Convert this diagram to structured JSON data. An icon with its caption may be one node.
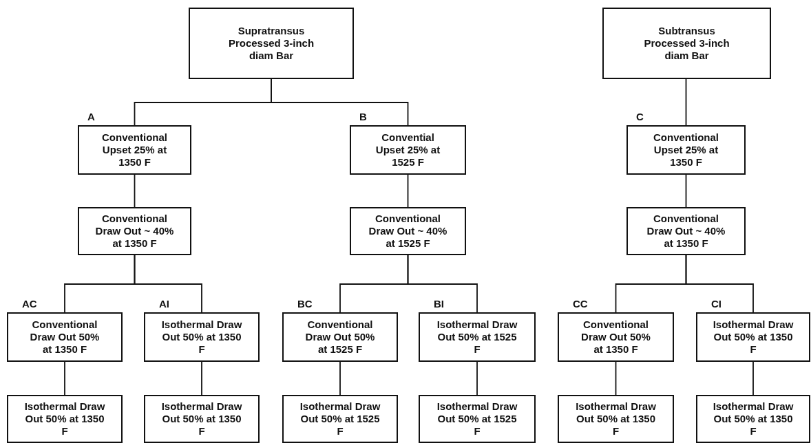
{
  "diagram": {
    "nodes": [
      {
        "text": [
          "Supratransus Processed 3-inch diam Bar"
        ]
      },
      {
        "text": [
          "Subtransus Processed 3-inch diam Bar"
        ]
      },
      {
        "text": [
          "Conventional Upset 25% at 1350 F"
        ],
        "beside": [
          "A"
        ]
      },
      {
        "text": [
          "Convential Upset 25% at 1525 F"
        ],
        "beside": [
          "B"
        ]
      },
      {
        "text": [
          "Conventional Upset 25% at 1350 F"
        ],
        "beside": [
          "C"
        ]
      },
      {
        "text": [
          "Conventional Draw Out ~ 40% at 1350 F"
        ]
      },
      {
        "text": [
          "Conventional Draw Out ~ 40% at 1525 F"
        ]
      },
      {
        "text": [
          "Conventional Draw Out ~ 40% at 1350 F"
        ]
      },
      {
        "text": [
          "Conventional Draw Out 50% at 1350 F"
        ],
        "beside": [
          "AC"
        ]
      },
      {
        "text": [
          "Isothermal Draw Out 50% at 1350 F"
        ],
        "beside": [
          "AI"
        ]
      },
      {
        "text": [
          "Conventional Draw Out 50% at 1525 F"
        ],
        "beside": [
          "BC"
        ]
      },
      {
        "text": [
          "Isothermal Draw Out 50% at 1525 F"
        ],
        "beside": [
          "BI"
        ]
      },
      {
        "text": [
          "Conventional Draw Out 50% at 1350 F"
        ],
        "beside": [
          "CC"
        ]
      },
      {
        "text": [
          "Isothermal Draw Out 50% at 1350 F"
        ],
        "beside": [
          "CI"
        ]
      },
      {
        "text": [
          "Isothermal Draw Out 50% at 1350 F"
        ]
      },
      {
        "text": [
          "Isothermal Draw Out 50% at 1350 F"
        ]
      },
      {
        "text": [
          "Isothermal Draw Out 50% at 1525 F"
        ]
      },
      {
        "text": [
          "Isothermal Draw Out 50% at 1525 F"
        ]
      },
      {
        "text": [
          "Isothermal Draw Out 50% at 1350 F"
        ]
      },
      {
        "text": [
          "Isothermal Draw Out 50% at 1350 F"
        ]
      }
    ],
    "edges": [
      {
        "from": 0,
        "to": 2,
        "arrow": "none"
      },
      {
        "from": 0,
        "to": 3,
        "arrow": "none"
      },
      {
        "from": 1,
        "to": 4,
        "arrow": "none"
      },
      {
        "from": 2,
        "to": 5,
        "arrow": "none"
      },
      {
        "from": 3,
        "to": 6,
        "arrow": "none"
      },
      {
        "from": 4,
        "to": 7,
        "arrow": "none"
      },
      {
        "from": 5,
        "to": 8,
        "arrow": "none"
      },
      {
        "from": 5,
        "to": 9,
        "arrow": "none"
      },
      {
        "from": 6,
        "to": 10,
        "arrow": "none"
      },
      {
        "from": 6,
        "to": 11,
        "arrow": "none"
      },
      {
        "from": 7,
        "to": 12,
        "arrow": "none"
      },
      {
        "from": 7,
        "to": 13,
        "arrow": "none"
      },
      {
        "from": 8,
        "to": 14,
        "arrow": "none"
      },
      {
        "from": 9,
        "to": 15,
        "arrow": "none"
      },
      {
        "from": 10,
        "to": 16,
        "arrow": "none"
      },
      {
        "from": 11,
        "to": 17,
        "arrow": "none"
      },
      {
        "from": 12,
        "to": 18,
        "arrow": "none"
      },
      {
        "from": 13,
        "to": 19,
        "arrow": "none"
      }
    ]
  }
}
